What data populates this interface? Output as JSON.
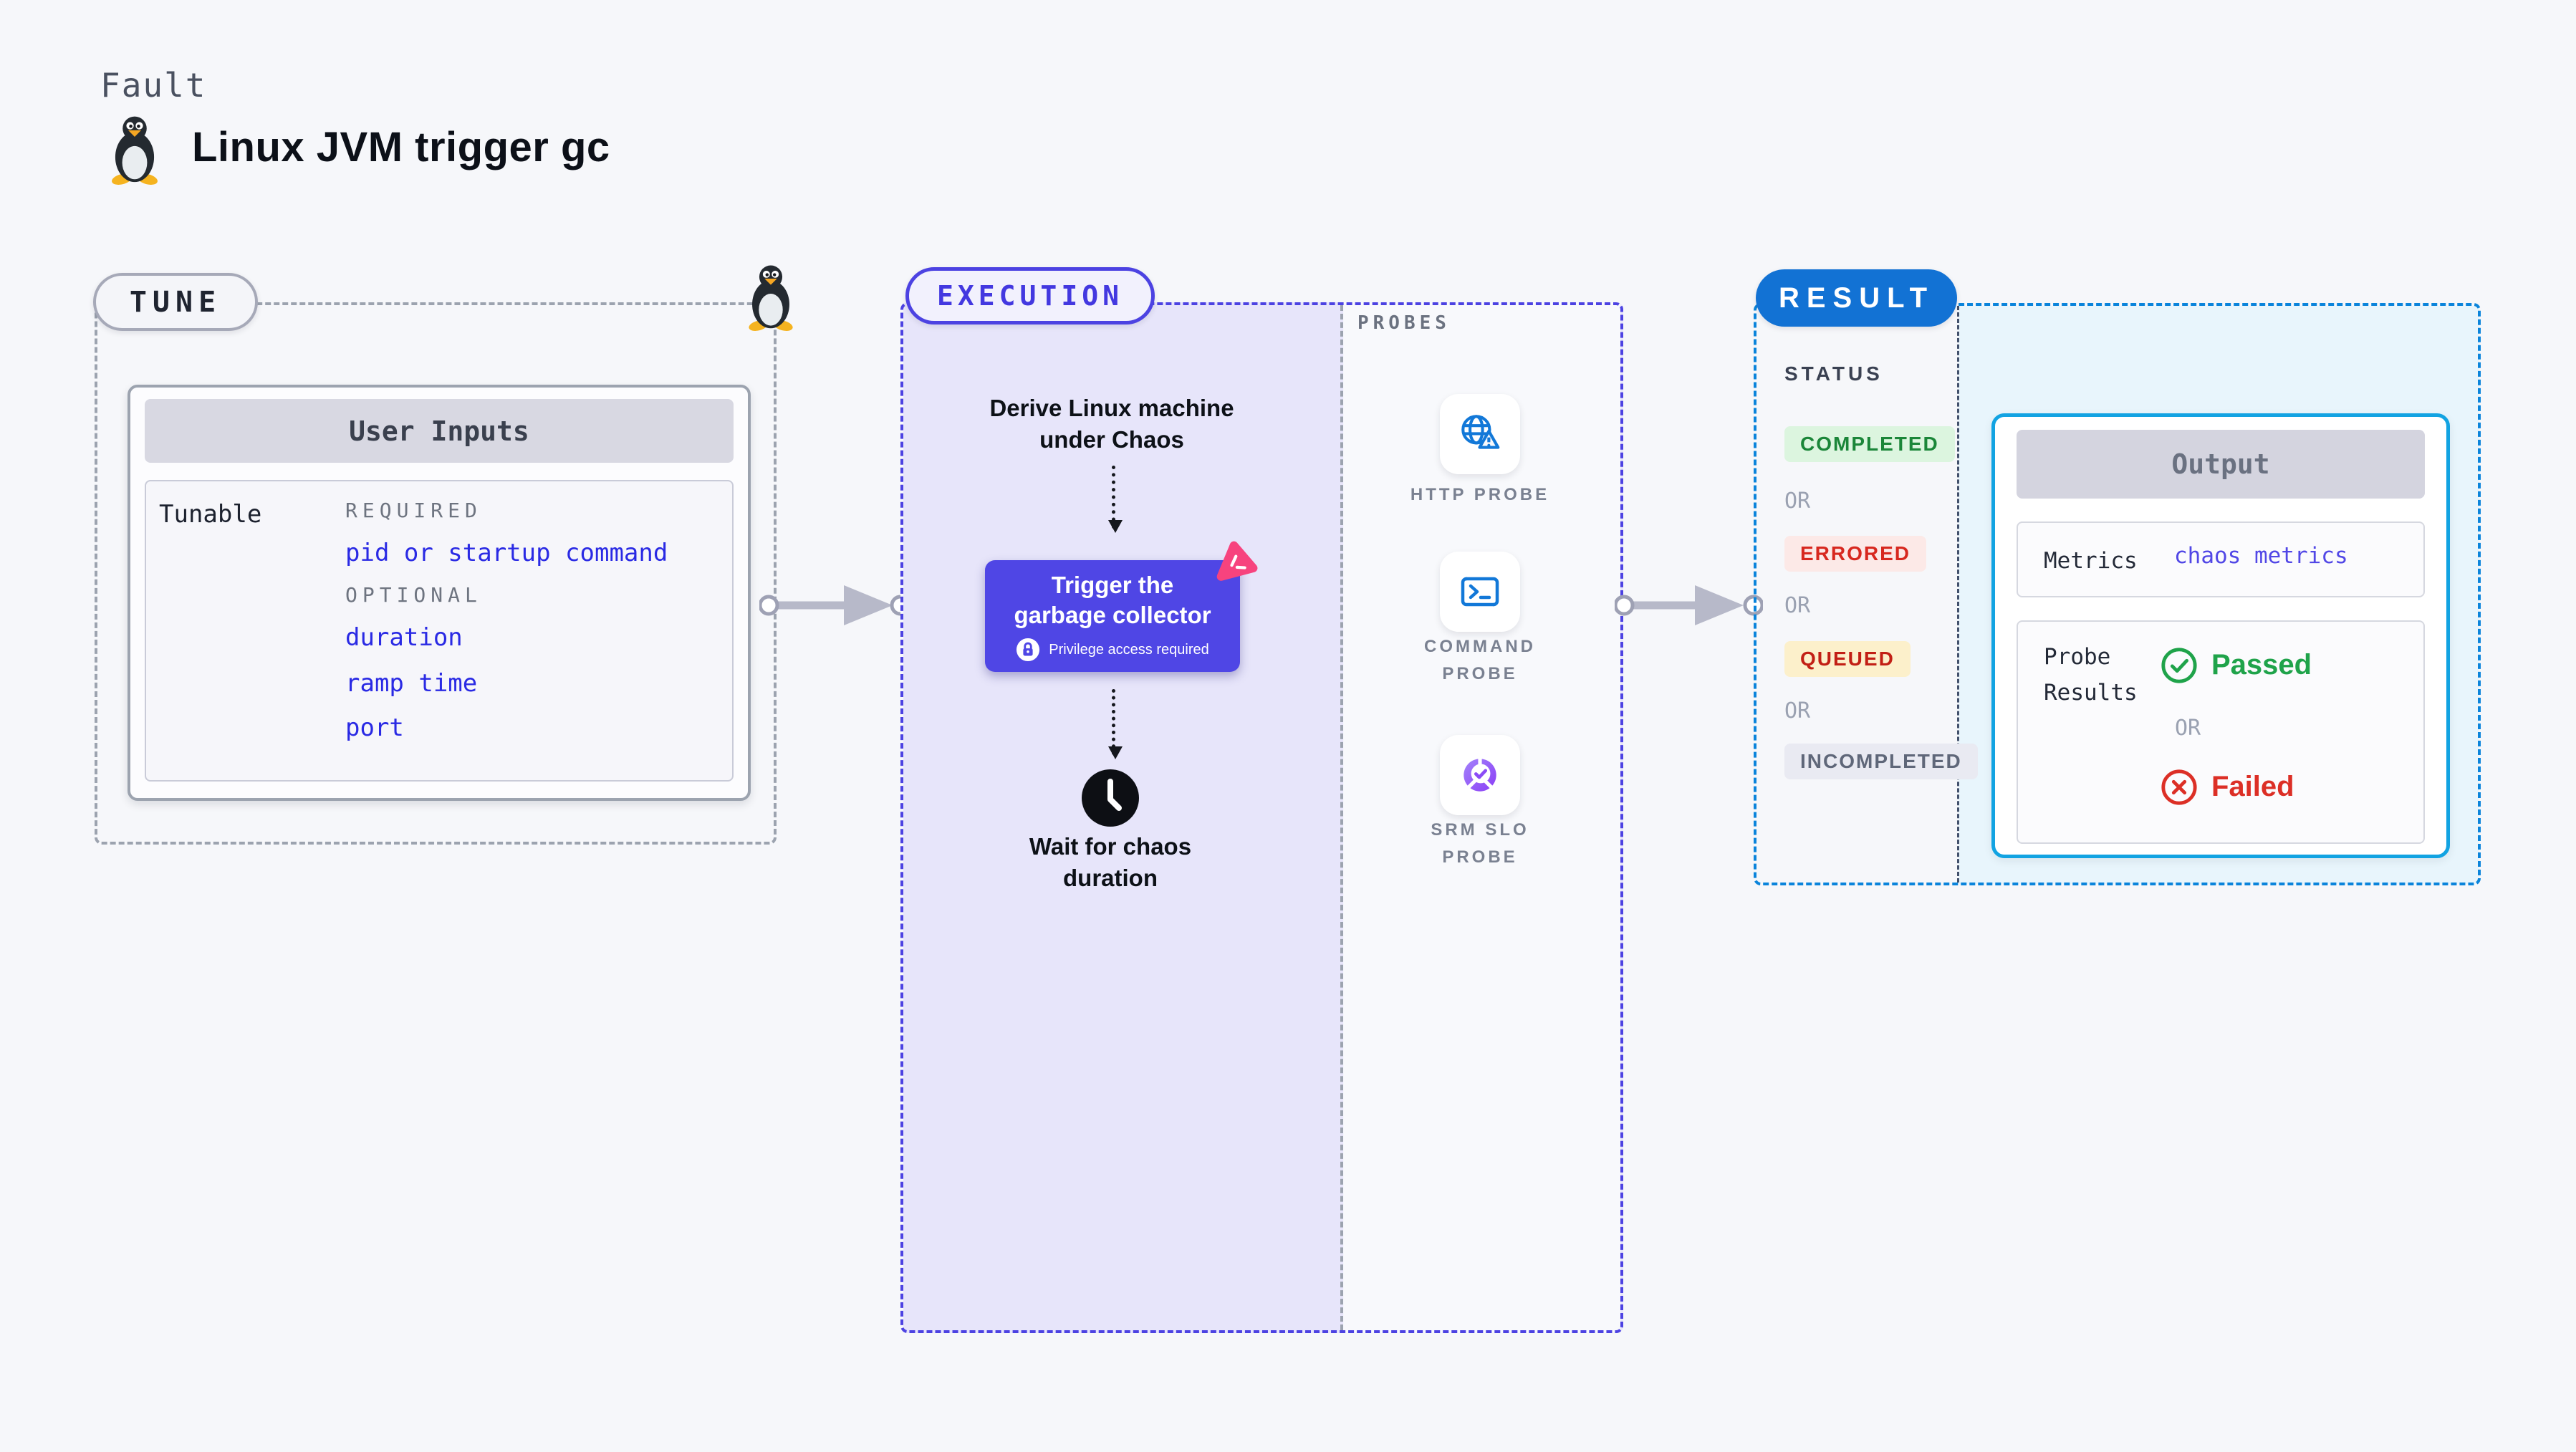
{
  "colors": {
    "background": "#F6F7FA",
    "indigo_accent": "#4C42E2",
    "execution_fill": "#E7E5FA",
    "tunable_link_blue": "#2A2AE4",
    "result_dashed_blue": "#0A84DB",
    "result_pill_blue": "#1272D4",
    "output_border_cyan": "#12A3E2",
    "result_fill_lightblue": "#E8F5FC",
    "passed_green": "#1FA34A",
    "failed_red": "#DC2F26",
    "completed_badge": "#DCF5DF",
    "errored_badge": "#FCE9E7",
    "queued_badge": "#FCF0CB",
    "incompleted_badge": "#E9EAF2"
  },
  "header": {
    "eyebrow": "Fault",
    "title": "Linux JVM trigger gc"
  },
  "tune": {
    "pill": "TUNE",
    "card_title": "User Inputs",
    "row_label": "Tunable",
    "required_label": "REQUIRED",
    "required_item": "pid or startup command",
    "optional_label": "OPTIONAL",
    "optional_items": [
      "duration",
      "ramp time",
      "port"
    ]
  },
  "execution": {
    "pill": "EXECUTION",
    "derive_lines": [
      "Derive Linux machine",
      "under Chaos"
    ],
    "trigger_lines": [
      "Trigger the",
      "garbage collector"
    ],
    "privilege_note": "Privilege access required",
    "wait_lines": [
      "Wait for chaos",
      "duration"
    ]
  },
  "probes": {
    "label": "PROBES",
    "items": [
      {
        "icon": "globe-alert-icon",
        "lines": [
          "HTTP PROBE",
          ""
        ]
      },
      {
        "icon": "terminal-icon",
        "lines": [
          "COMMAND",
          "PROBE"
        ]
      },
      {
        "icon": "slo-donut-icon",
        "lines": [
          "SRM SLO",
          "PROBE"
        ]
      }
    ]
  },
  "result": {
    "pill": "RESULT",
    "status_label": "STATUS",
    "or": "OR",
    "statuses": [
      "COMPLETED",
      "ERRORED",
      "QUEUED",
      "INCOMPLETED"
    ],
    "output": {
      "title": "Output",
      "metrics_label": "Metrics",
      "metrics_value": "chaos metrics",
      "probe_results_lines": [
        "Probe",
        "Results"
      ],
      "passed": "Passed",
      "or": "OR",
      "failed": "Failed"
    }
  }
}
